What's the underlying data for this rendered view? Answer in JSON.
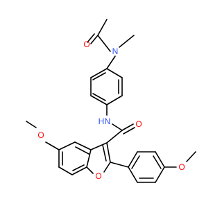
{
  "molecule": {
    "atoms": [
      {
        "id": "O_acetyl",
        "text": "O",
        "color": "#ff0d0d"
      },
      {
        "id": "N_amide_top",
        "text": "N",
        "color": "#3050f8"
      },
      {
        "id": "NH_amide",
        "text": "H",
        "text2": "N",
        "color": "#3050f8"
      },
      {
        "id": "O_carbonyl",
        "text": "O",
        "color": "#ff0d0d"
      },
      {
        "id": "O_methoxy_left",
        "text": "O",
        "color": "#ff0d0d"
      },
      {
        "id": "O_furan",
        "text": "O",
        "color": "#ff0d0d"
      },
      {
        "id": "O_methoxy_right",
        "text": "O",
        "color": "#ff0d0d"
      }
    ]
  }
}
